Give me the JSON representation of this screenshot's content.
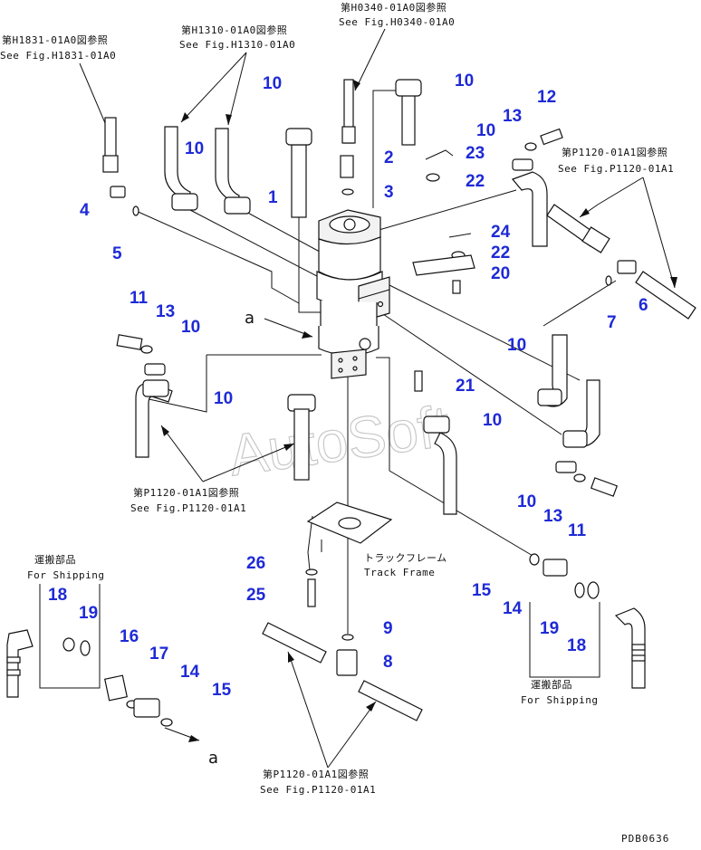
{
  "watermark": "AutoSoft",
  "drawing_code": "PDB0636",
  "references": [
    {
      "ja": "第H0340-01A0図参照",
      "en": "See Fig.H0340-01A0"
    },
    {
      "ja": "第H1310-01A0図参照",
      "en": "See Fig.H1310-01A0"
    },
    {
      "ja": "第H1831-01A0図参照",
      "en": "See Fig.H1831-01A0"
    },
    {
      "ja": "第P1120-01A1図参照",
      "en": "See Fig.P1120-01A1"
    },
    {
      "ja": "第P1120-01A1図参照",
      "en": "See Fig.P1120-01A1"
    },
    {
      "ja": "第P1120-01A1図参照",
      "en": "See Fig.P1120-01A1"
    }
  ],
  "shipping": [
    {
      "ja": "運搬部品",
      "en": "For Shipping"
    },
    {
      "ja": "運搬部品",
      "en": "For Shipping"
    }
  ],
  "track_frame": {
    "ja": "トラックフレーム",
    "en": "Track Frame"
  },
  "view_marker": "a",
  "callouts": [
    "1",
    "2",
    "3",
    "4",
    "5",
    "6",
    "7",
    "8",
    "9",
    "10",
    "11",
    "12",
    "13",
    "14",
    "15",
    "16",
    "17",
    "18",
    "19",
    "20",
    "21",
    "22",
    "23",
    "24",
    "25",
    "26"
  ],
  "callout_instances": [
    "10",
    "10",
    "10",
    "12",
    "13",
    "10",
    "2",
    "23",
    "3",
    "22",
    "1",
    "4",
    "5",
    "24",
    "22",
    "20",
    "6",
    "7",
    "11",
    "13",
    "10",
    "10",
    "10",
    "21",
    "10",
    "10",
    "13",
    "11",
    "15",
    "14",
    "19",
    "18",
    "26",
    "25",
    "9",
    "8",
    "18",
    "19",
    "16",
    "17",
    "14",
    "15"
  ]
}
